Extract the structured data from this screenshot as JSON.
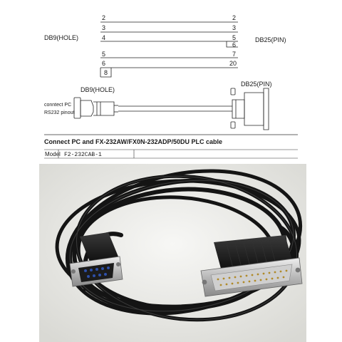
{
  "wiring": {
    "left_connector": "DB9(HOLE)",
    "right_connector": "DB25(PIN)",
    "rows": [
      {
        "left": "2",
        "right": "2"
      },
      {
        "left": "3",
        "right": "3"
      },
      {
        "left": "4",
        "right": "5"
      },
      {
        "left": "",
        "right": "6"
      },
      {
        "left": "5",
        "right": "7"
      },
      {
        "left": "6",
        "right": "20"
      },
      {
        "left": "8",
        "right": ""
      }
    ]
  },
  "drawing": {
    "left_label": "DB9(HOLE)",
    "right_label": "DB25(PIN)",
    "note_line1": "conntect PC",
    "note_line2": "RS232 pinout"
  },
  "title": "Connect PC and FX-232AW/FX0N-232ADP/50DU PLC cable",
  "model": {
    "key": "Model",
    "value": "F2-232CAB-1"
  },
  "photo": {
    "description_icon": "serial-cable-photo"
  }
}
